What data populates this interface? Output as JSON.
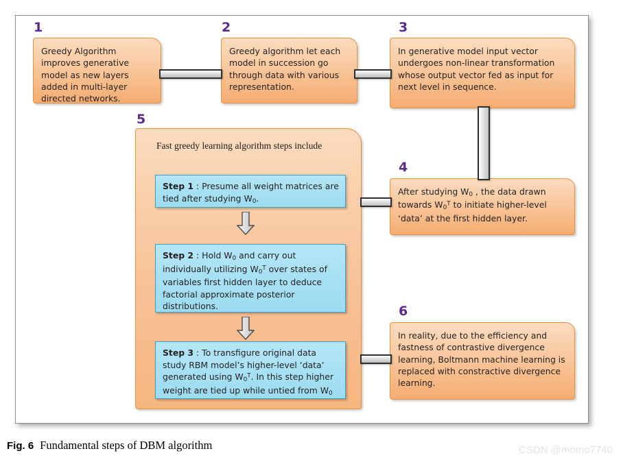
{
  "figure": {
    "caption_label": "Fig. 6",
    "caption_text": "Fundamental steps of DBM algorithm",
    "watermark": "CSDN @momo7740"
  },
  "colors": {
    "number_purple": "#5b2a8e",
    "box_orange_border": "#e8903a",
    "box_orange_fill_top": "#fbdcc0",
    "box_orange_fill_bottom": "#f5ac72",
    "step_blue_border": "#3b9fd0",
    "step_blue_fill": "#a8e1f4",
    "connector_grey": "#d0d0d0",
    "frame_border": "#8d8d8d",
    "text": "#231f20",
    "watermark": "#e3e3e3"
  },
  "nodes": [
    {
      "number": "1",
      "text": "Greedy Algorithm improves generative model as new layers added in multi-layer directed networks."
    },
    {
      "number": "2",
      "text": "Greedy algorithm let each model in succession go through data with various representation."
    },
    {
      "number": "3",
      "text": "In generative model input vector undergoes non-linear transformation whose output vector fed as input for next level in sequence."
    },
    {
      "number": "4",
      "text_html": "After studying W<sub>0</sub> , the data drawn towards W<sub>0</sub><sup>T</sup> to initiate higher-level ‘data’ at the first hidden layer."
    },
    {
      "number": "5",
      "heading": "Fast greedy learning algorithm steps include"
    },
    {
      "number": "6",
      "text": "In reality, due to the efficiency and fastness of contrastive divergence learning, Boltmann machine learning is replaced with constractive divergence learning."
    }
  ],
  "steps": [
    {
      "label": "Step 1",
      "separator": " : ",
      "body_html": "Presume all weight matrices are tied after studying W<sub>0</sub>."
    },
    {
      "label": "Step 2",
      "separator": " : ",
      "body_html": "Hold W<sub>0</sub> and carry out individually utilizing W<sub>0</sub><sup>T</sup> over states of variables first hidden layer to deduce factorial approximate posterior distributions."
    },
    {
      "label": "Step 3",
      "separator": "  :  ",
      "body_html": "To transfigure original data study RBM model’s higher-level ‘data’ generated using W<sub>0</sub><sup>T</sup>. In this step higher weight are tied up while untied from W<sub>0</sub>"
    }
  ],
  "connectors": [
    {
      "name": "connector-1-to-2",
      "orientation": "horizontal"
    },
    {
      "name": "connector-2-to-3",
      "orientation": "horizontal"
    },
    {
      "name": "connector-3-to-4",
      "orientation": "vertical"
    },
    {
      "name": "connector-5-to-4",
      "orientation": "horizontal"
    },
    {
      "name": "connector-5-to-6",
      "orientation": "horizontal"
    },
    {
      "name": "arrow-step1-to-step2",
      "orientation": "down-arrow"
    },
    {
      "name": "arrow-step2-to-step3",
      "orientation": "down-arrow"
    }
  ]
}
